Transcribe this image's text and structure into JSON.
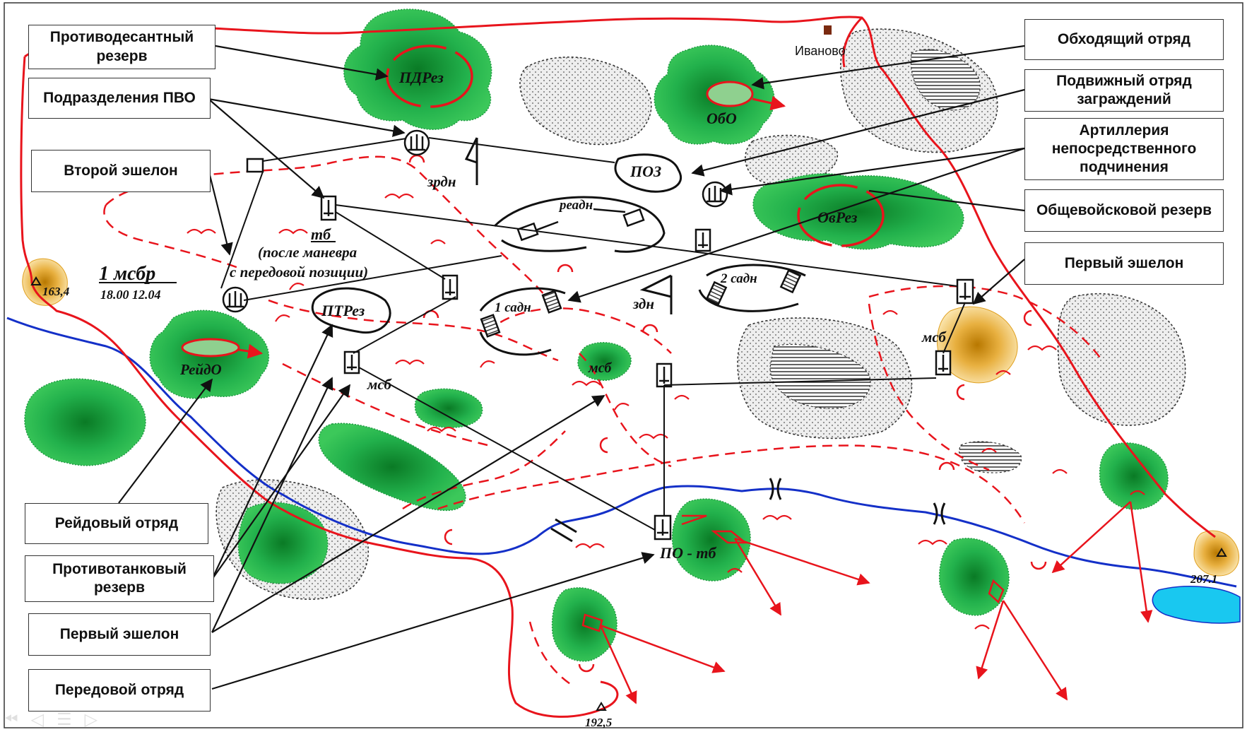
{
  "callouts": {
    "anti_landing_reserve": "Противодесантный резерв",
    "air_defense_units": "Подразделения ПВО",
    "second_echelon": "Второй эшелон",
    "raid_detachment": "Рейдовый отряд",
    "antitank_reserve": "Противотанковый резерв",
    "first_echelon_left": "Первый эшелон",
    "forward_detachment": "Передовой отряд",
    "bypass_detachment": "Обходящий отряд",
    "mobile_obstacle_detachment": "Подвижный отряд заграждений",
    "direct_support_artillery": "Артиллерия непосредственного подчинения",
    "combined_arms_reserve": "Общевойсковой резерв",
    "first_echelon_right": "Первый эшелон"
  },
  "map_labels": {
    "village": "Иваново",
    "pdrez": "ПДРез",
    "obo": "ОбО",
    "ovrez": "ОвРез",
    "poz": "ПОЗ",
    "ptrez": "ПТРез",
    "reido": "РейдО",
    "readn": "реадн",
    "zrdn": "зрдн",
    "zdn": "здн",
    "sadn1": "1 садн",
    "sadn2": "2 садн",
    "tb": "тб",
    "tb_note_1": "(после маневра",
    "tb_note_2": "с передовой позиции)",
    "brigade": "1 мсбр",
    "brigade_time": "18.00 12.04",
    "msb_center": "мсб",
    "msb_left": "мсб",
    "msb_right": "мсб",
    "po_tb": "ПО - тб",
    "height_left": "163,4",
    "height_right": "207.1",
    "height_bottom": "192,5"
  },
  "colors": {
    "forest": "#22b14c",
    "forest_core": "#0d8a2e",
    "swamp_fill": "#e6e6e6",
    "frontline": "#e8141c",
    "river": "#1430c8",
    "lake": "#19c8f0",
    "sand": "#f0c060"
  },
  "icons": [
    "nav-first-icon",
    "nav-prev-icon",
    "nav-menu-icon",
    "nav-next-icon"
  ]
}
